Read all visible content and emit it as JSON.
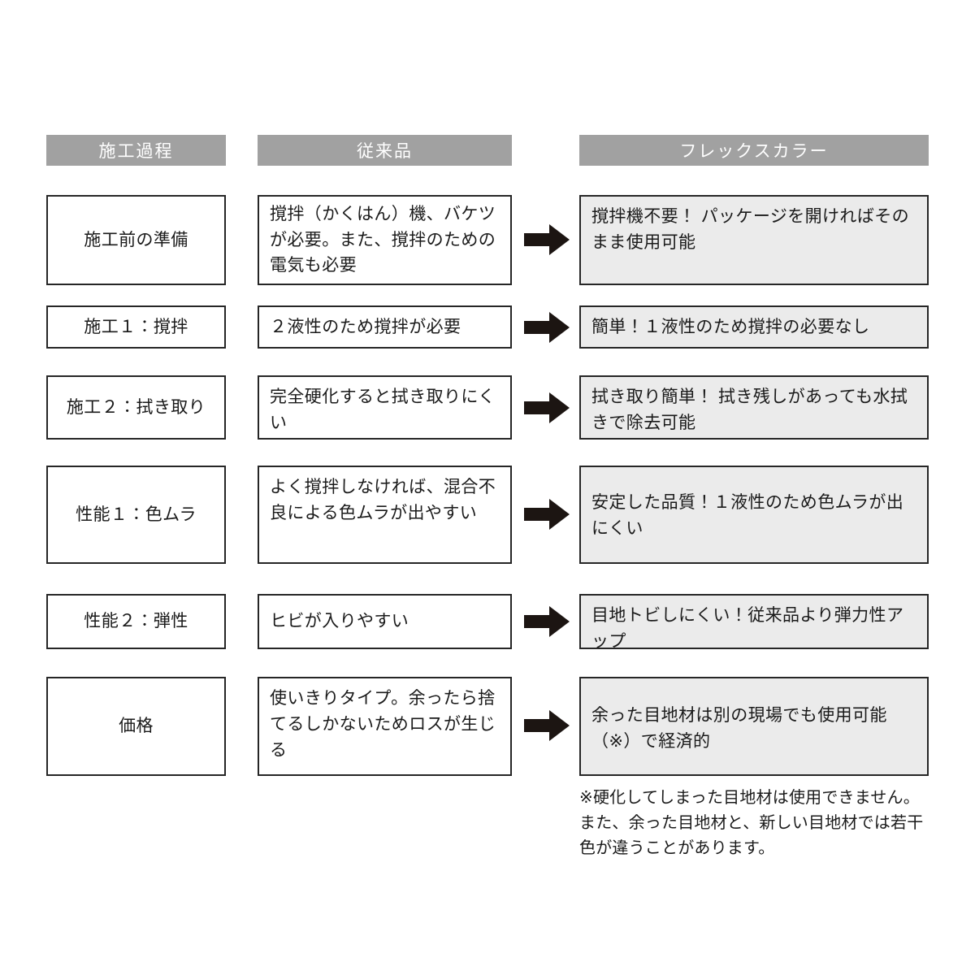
{
  "headers": [
    {
      "label": "施工過程"
    },
    {
      "label": "従来品"
    },
    {
      "label": "フレックスカラー"
    }
  ],
  "arrow": {
    "icon": "arrow-right-icon",
    "color": "#1c1512"
  },
  "colors": {
    "header_bar": "#a1a1a1",
    "header_text": "#ffffff",
    "cell_border": "#262626",
    "cell_fill_plain": "#ffffff",
    "cell_fill_highlight": "#ebebeb",
    "body_text": "#1a1a1a",
    "page_background": "#ffffff"
  },
  "rows": [
    {
      "process": "施工前の準備",
      "conventional": "撹拌（かくはん）機、バケツが必要。また、撹拌のための電気も必要",
      "flexcolor": "撹拌機不要！ パッケージを開ければそのまま使用可能"
    },
    {
      "process": "施工１：撹拌",
      "conventional": "２液性のため撹拌が必要",
      "flexcolor": "簡単！１液性のため撹拌の必要なし"
    },
    {
      "process": "施工２：拭き取り",
      "conventional": "完全硬化すると拭き取りにくい",
      "flexcolor": "拭き取り簡単！ 拭き残しがあっても水拭きで除去可能"
    },
    {
      "process": "性能１：色ムラ",
      "conventional": "よく撹拌しなければ、混合不良による色ムラが出やすい",
      "flexcolor": "安定した品質！１液性のため色ムラが出にくい"
    },
    {
      "process": "性能２：弾性",
      "conventional": "ヒビが入りやすい",
      "flexcolor": "目地トビしにくい！従来品より弾力性アップ"
    },
    {
      "process": "価格",
      "conventional": "使いきりタイプ。余ったら捨てるしかないためロスが生じる",
      "flexcolor": "余った目地材は別の現場でも使用可能（※）で経済的"
    }
  ],
  "footnote": "※硬化してしまった目地材は使用できません。また、余った目地材と、新しい目地材では若干色が違うことがあります。"
}
